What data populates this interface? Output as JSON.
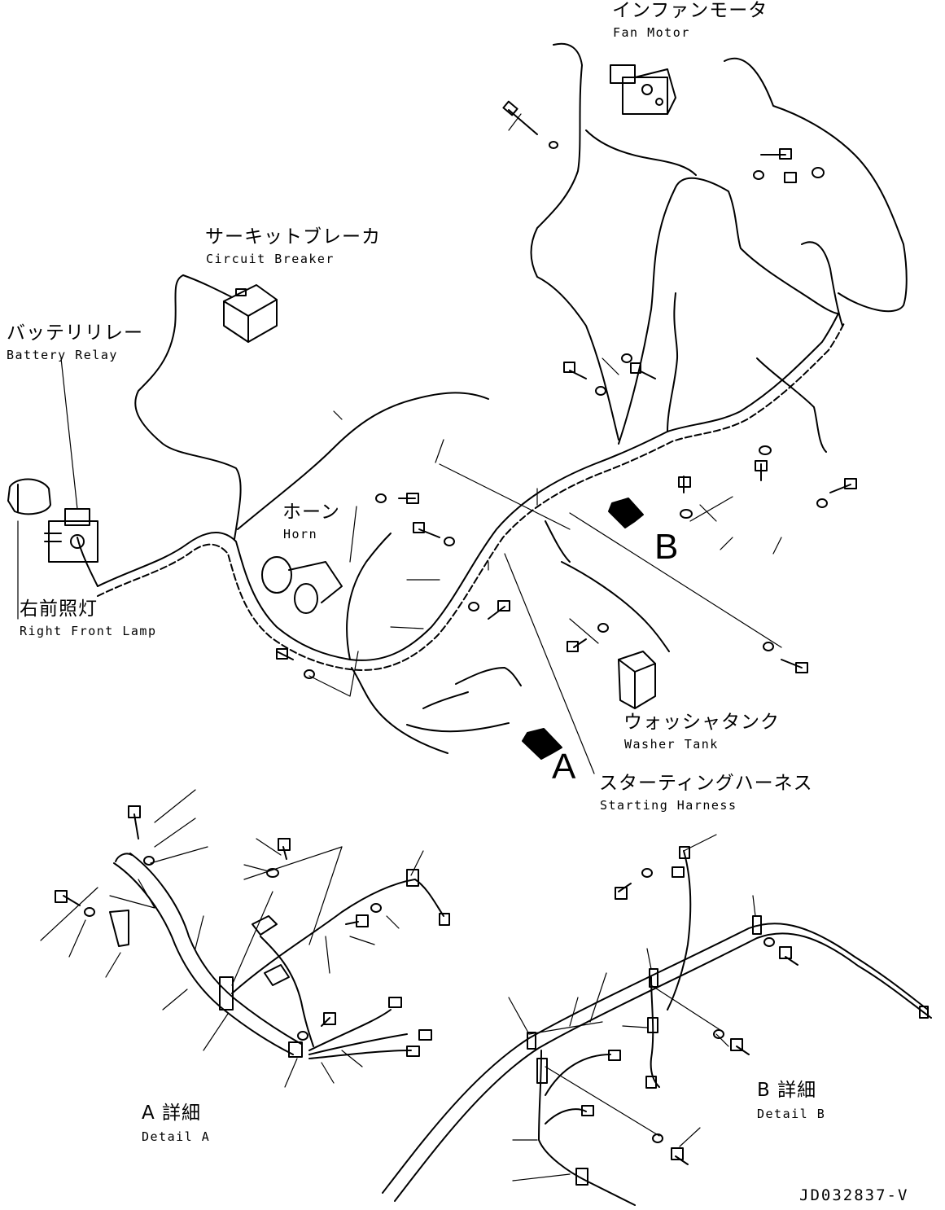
{
  "drawing_number": "JD032837-V",
  "labels": {
    "fan_motor": {
      "jp": "インファンモータ",
      "en": "Fan Motor"
    },
    "circuit_breaker": {
      "jp": "サーキットブレーカ",
      "en": "Circuit Breaker"
    },
    "battery_relay": {
      "jp": "バッテリリレー",
      "en": "Battery Relay"
    },
    "horn": {
      "jp": "ホーン",
      "en": "Horn"
    },
    "right_front_lamp": {
      "jp": "右前照灯",
      "en": "Right Front Lamp"
    },
    "washer_tank": {
      "jp": "ウォッシャタンク",
      "en": "Washer Tank"
    },
    "starting_harness": {
      "jp": "スターティングハーネス",
      "en": "Starting Harness"
    },
    "detail_a": {
      "jp": "A 詳細",
      "en": "Detail A"
    },
    "detail_b": {
      "jp": "B 詳細",
      "en": "Detail B"
    }
  },
  "view_markers": {
    "a": "A",
    "b": "B"
  }
}
